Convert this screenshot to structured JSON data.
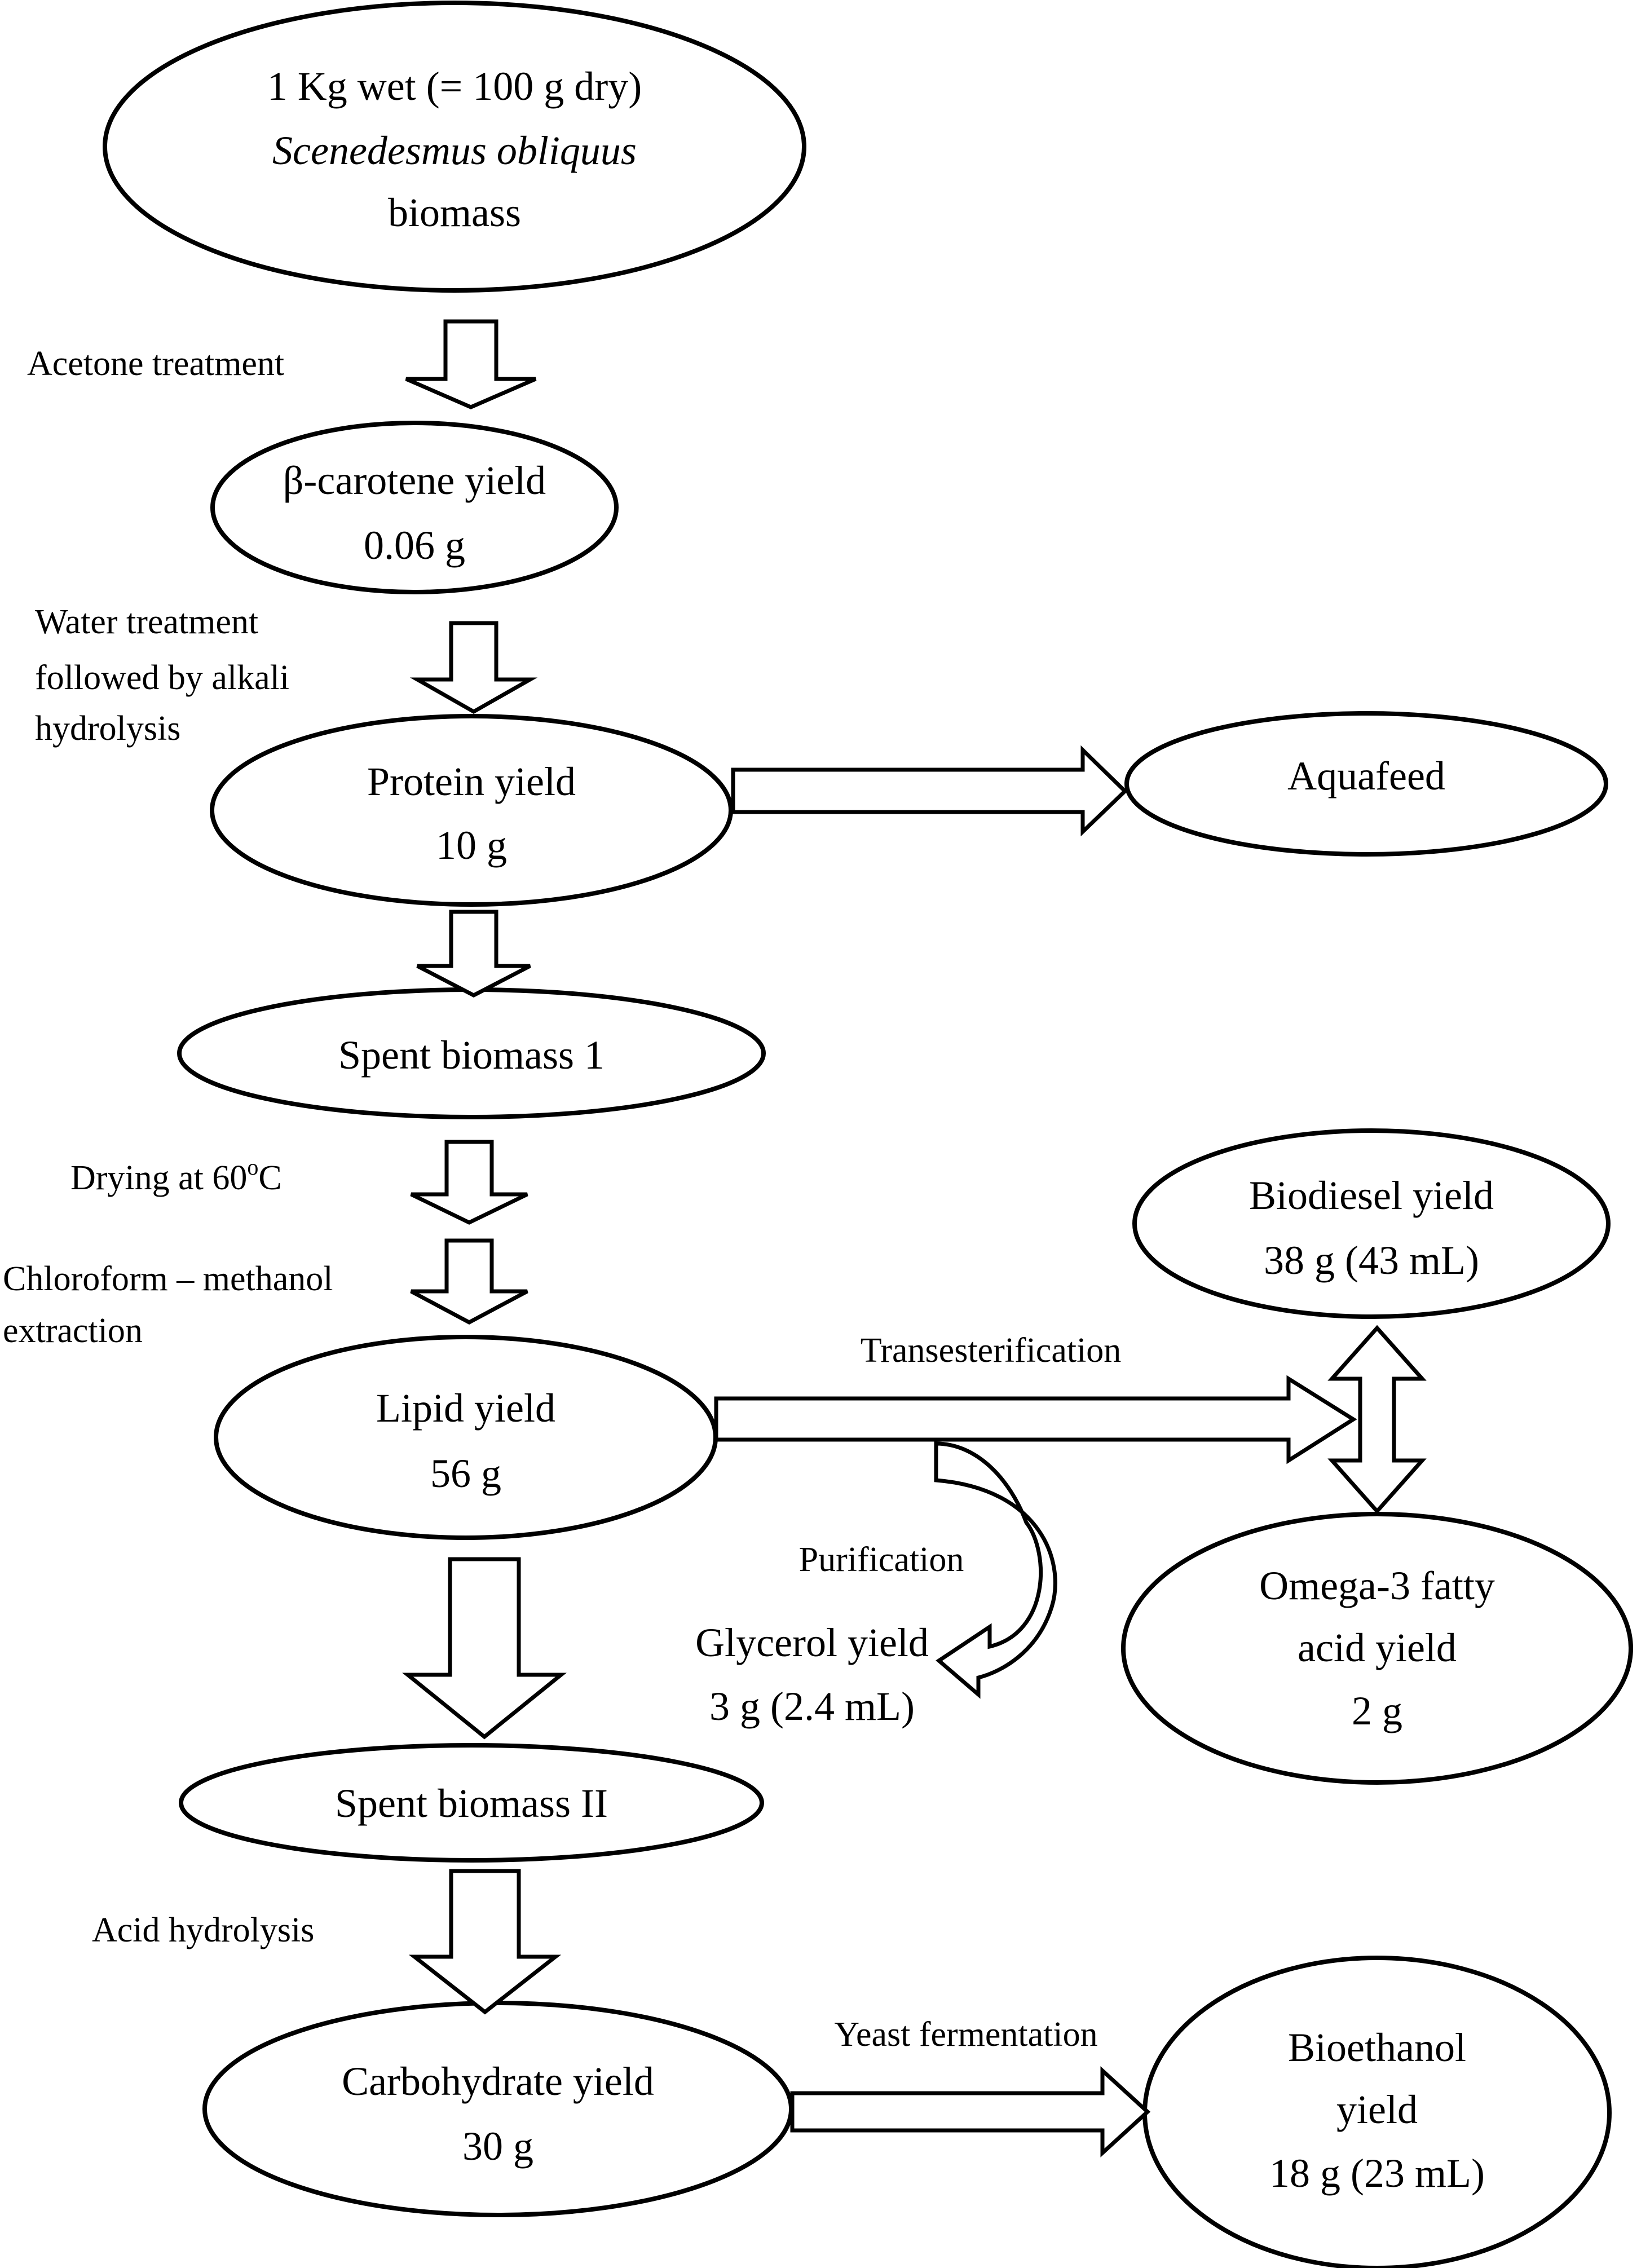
{
  "nodes": {
    "biomass": {
      "line1": "1 Kg wet (= 100 g dry)",
      "line2": "Scenedesmus obliquus",
      "line3": "biomass"
    },
    "carotene": {
      "line1": "β-carotene yield",
      "line2": "0.06 g"
    },
    "protein": {
      "line1": "Protein yield",
      "line2": "10 g"
    },
    "aquafeed": {
      "line1": "Aquafeed"
    },
    "spent1": {
      "line1": "Spent biomass 1"
    },
    "lipid": {
      "line1": "Lipid yield",
      "line2": "56 g"
    },
    "biodiesel": {
      "line1": "Biodiesel yield",
      "line2": "38 g (43 mL)"
    },
    "omega3": {
      "line1": "Omega-3 fatty",
      "line2": "acid yield",
      "line3": "2 g"
    },
    "glycerol": {
      "line1": "Glycerol yield",
      "line2": "3 g (2.4 mL)"
    },
    "spent2": {
      "line1": "Spent biomass II"
    },
    "carbohydrate": {
      "line1": "Carbohydrate yield",
      "line2": "30 g"
    },
    "bioethanol": {
      "line1": "Bioethanol",
      "line2": "yield",
      "line3": "18 g (23 mL)"
    }
  },
  "edges": {
    "acetone": {
      "line1": "Acetone treatment"
    },
    "water": {
      "line1": "Water treatment",
      "line2": "followed by alkali",
      "line3": "hydrolysis"
    },
    "drying": {
      "line1": "Drying at 60",
      "sup": "o",
      "unit": "C"
    },
    "chloroform": {
      "line1": "Chloroform – methanol",
      "line2": "extraction"
    },
    "transesterification": {
      "line1": "Transesterification"
    },
    "purification": {
      "line1": "Purification"
    },
    "acid": {
      "line1": "Acid hydrolysis"
    },
    "yeast": {
      "line1": "Yeast fermentation"
    }
  }
}
